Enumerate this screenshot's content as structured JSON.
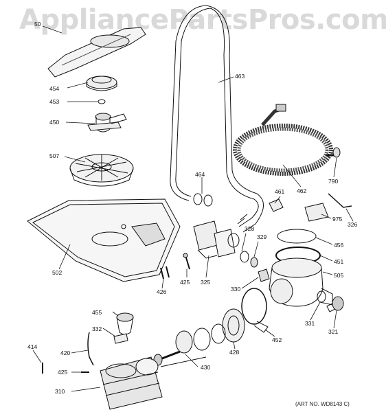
{
  "watermark": "AppliancePartsPros.com",
  "art_number": "(ART NO. WD8143 C)",
  "labels": {
    "l50": "50",
    "l454": "454",
    "l453": "453",
    "l450": "450",
    "l507": "507",
    "l463": "463",
    "l464": "464",
    "l502": "502",
    "l462": "462",
    "l790": "790",
    "l461": "461",
    "l975": "975",
    "l326": "326",
    "l328": "328",
    "l329": "329",
    "l456": "456",
    "l451": "451",
    "l505": "505",
    "l330": "330",
    "l325": "325",
    "l425a": "425",
    "l426": "426",
    "l455": "455",
    "l332": "332",
    "l414": "414",
    "l420": "420",
    "l425b": "425",
    "l310": "310",
    "l430": "430",
    "l428": "428",
    "l452": "452",
    "l331": "331",
    "l321": "321"
  }
}
